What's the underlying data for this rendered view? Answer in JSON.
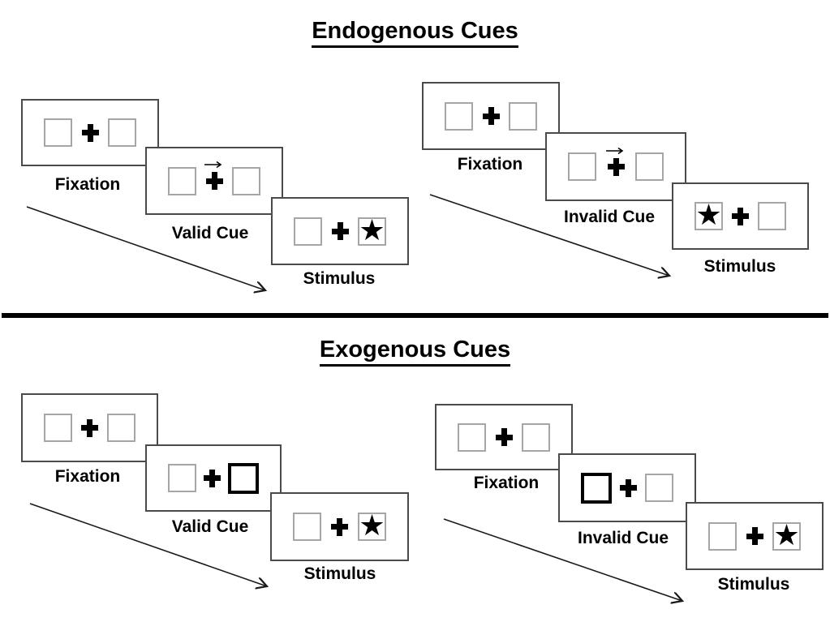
{
  "figure": {
    "type": "experimental-paradigm-diagram",
    "description_visible_text_only": true
  },
  "colors": {
    "background": "#ffffff",
    "panel_border": "#4a4a4a",
    "placeholder_box_border": "#a6a6a6",
    "cue_box_border": "#000000",
    "text": "#000000",
    "divider": "#000000",
    "arrow": "#1a1a1a"
  },
  "icons": {
    "star": "★",
    "fixation_cross": "✚",
    "cue_arrow": "→"
  },
  "sections": [
    {
      "title": "Endogenous Cues",
      "sequences": [
        {
          "name": "valid",
          "cue_type": "central-arrow-right",
          "stimulus_side": "right",
          "panels": [
            {
              "label": "Fixation"
            },
            {
              "label": "Valid Cue"
            },
            {
              "label": "Stimulus"
            }
          ]
        },
        {
          "name": "invalid",
          "cue_type": "central-arrow-right",
          "stimulus_side": "left",
          "panels": [
            {
              "label": "Fixation"
            },
            {
              "label": "Invalid Cue"
            },
            {
              "label": "Stimulus"
            }
          ]
        }
      ]
    },
    {
      "title": "Exogenous Cues",
      "sequences": [
        {
          "name": "valid",
          "cue_type": "peripheral-box-right",
          "stimulus_side": "right",
          "panels": [
            {
              "label": "Fixation"
            },
            {
              "label": "Valid Cue"
            },
            {
              "label": "Stimulus"
            }
          ]
        },
        {
          "name": "invalid",
          "cue_type": "peripheral-box-left",
          "stimulus_side": "right",
          "panels": [
            {
              "label": "Fixation"
            },
            {
              "label": "Invalid Cue"
            },
            {
              "label": "Stimulus"
            }
          ]
        }
      ]
    }
  ]
}
